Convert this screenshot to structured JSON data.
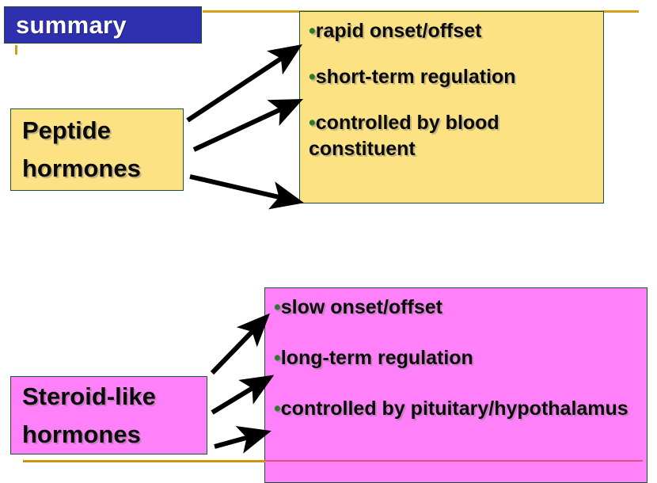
{
  "slide": {
    "title": "summary",
    "colors": {
      "title_background": "#2E30B0",
      "title_text": "#FFFFFF",
      "peptide_fill": "#FCE283",
      "steroid_fill": "#FF80F8",
      "box_border": "#17553A",
      "rule_gold": "#D4A017",
      "rule_pink": "#D9547F",
      "bullet_dot": "#2F7A33",
      "body_text": "#0A0A0A"
    }
  },
  "groups": {
    "peptide": {
      "source_label_lines": [
        "Peptide",
        "hormones"
      ],
      "bullets": [
        {
          "dot": "•",
          "text": "rapid onset/offset"
        },
        {
          "dot": "•",
          "text": "short-term regulation"
        },
        {
          "dot": "•",
          "text": "controlled by blood constituent"
        }
      ],
      "arrow_count": 3
    },
    "steroid": {
      "source_label_lines": [
        "Steroid-like",
        "hormones"
      ],
      "bullets": [
        {
          "dot": "•",
          "text": "slow onset/offset"
        },
        {
          "dot": "•",
          "text": "long-term regulation"
        },
        {
          "dot": "•",
          "text": "controlled by pituitary/hypothalamus"
        }
      ],
      "arrow_count": 3
    }
  }
}
